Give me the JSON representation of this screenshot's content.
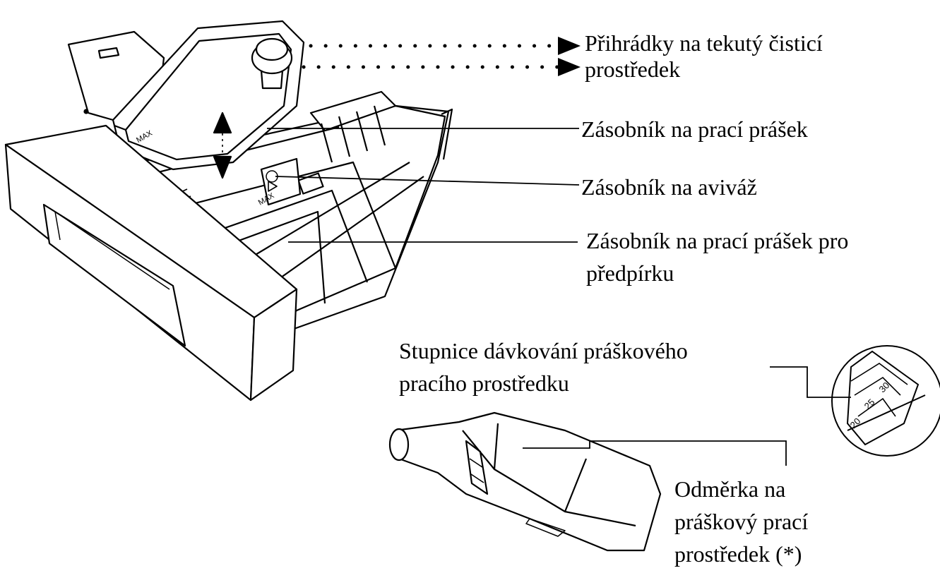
{
  "labels": {
    "liquid_compartments": [
      "Přihrádky na tekutý čisticí",
      "prostředek"
    ],
    "powder_tray": "Zásobník na prací prášek",
    "softener_tray": "Zásobník na aviváž",
    "prewash_tray": [
      "Zásobník na prací prášek pro",
      "předpírku"
    ],
    "dosing_scale": [
      "Stupnice dávkování práškového",
      "pracího prostředku"
    ],
    "measuring_cup": [
      "Odměrka na",
      "práškový prací",
      "prostředek (*)"
    ]
  },
  "drawing_marks": {
    "max_label": "MAX",
    "scale_marks": [
      "20",
      "25",
      "30"
    ]
  },
  "colors": {
    "line": "#000000",
    "fill": "#ffffff",
    "background": "#ffffff"
  }
}
